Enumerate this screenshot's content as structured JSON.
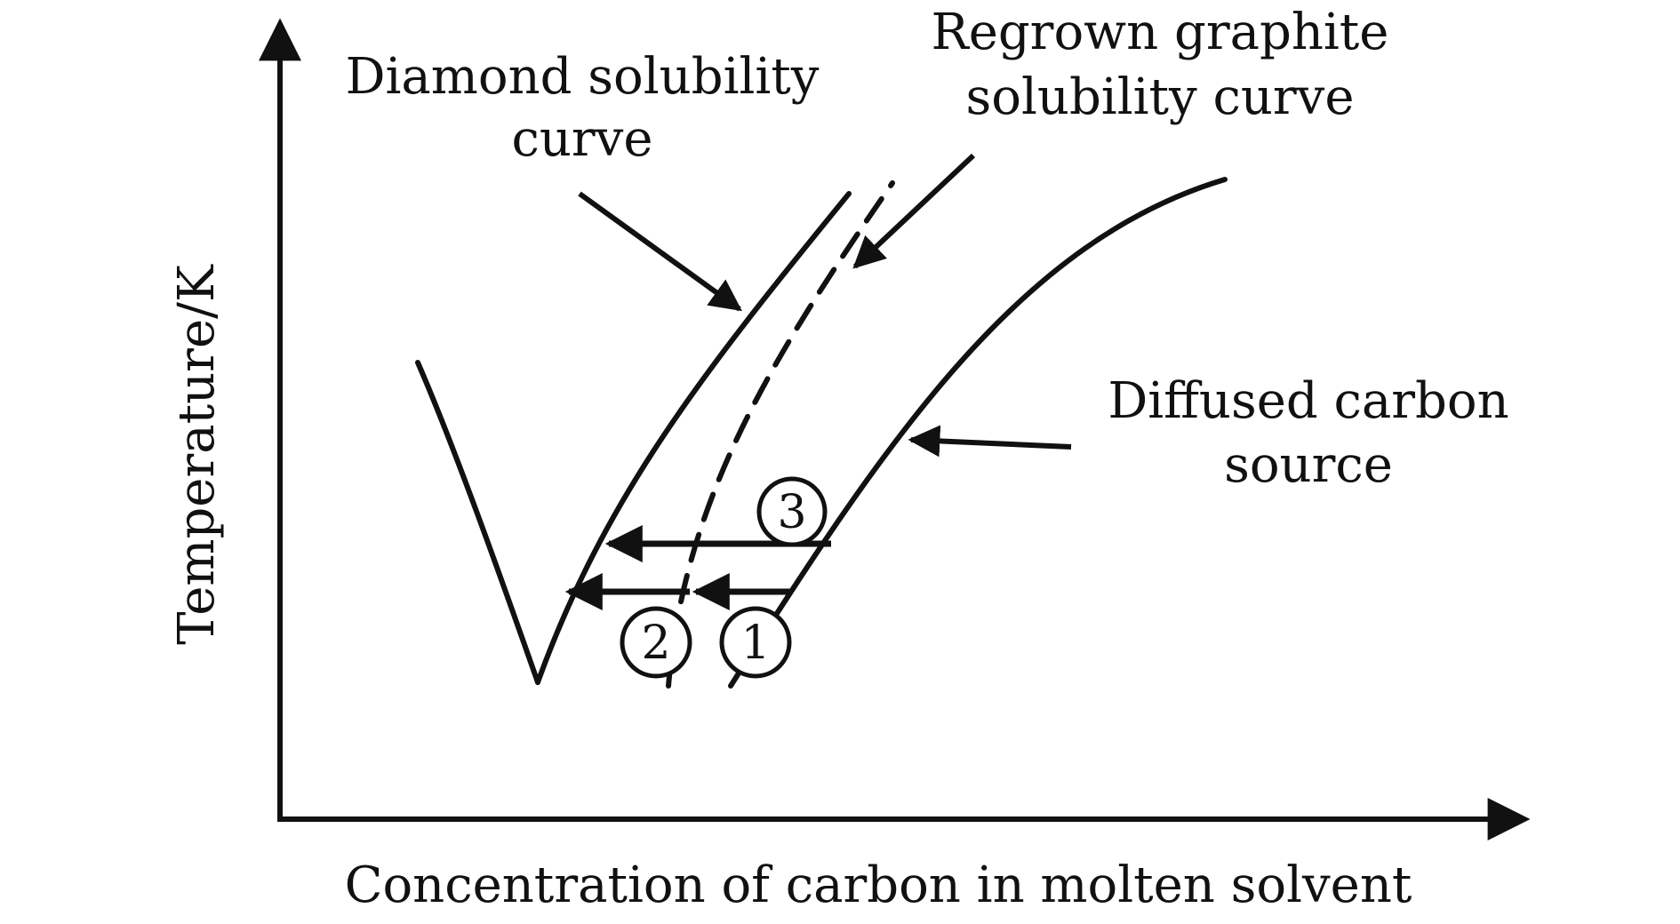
{
  "axes": {
    "x_label": "Concentration of carbon in molten solvent",
    "y_label": "Temperature/K"
  },
  "labels": {
    "diamond_line1": "Diamond solubility",
    "diamond_line2": "curve",
    "graphite_line1": "Regrown graphite",
    "graphite_line2": "solubility curve",
    "diffused_line1": "Diffused carbon",
    "diffused_line2": "source"
  },
  "markers": {
    "m1": "1",
    "m2": "2",
    "m3": "3"
  },
  "colors": {
    "ink": "#111111",
    "background": "#ffffff"
  }
}
